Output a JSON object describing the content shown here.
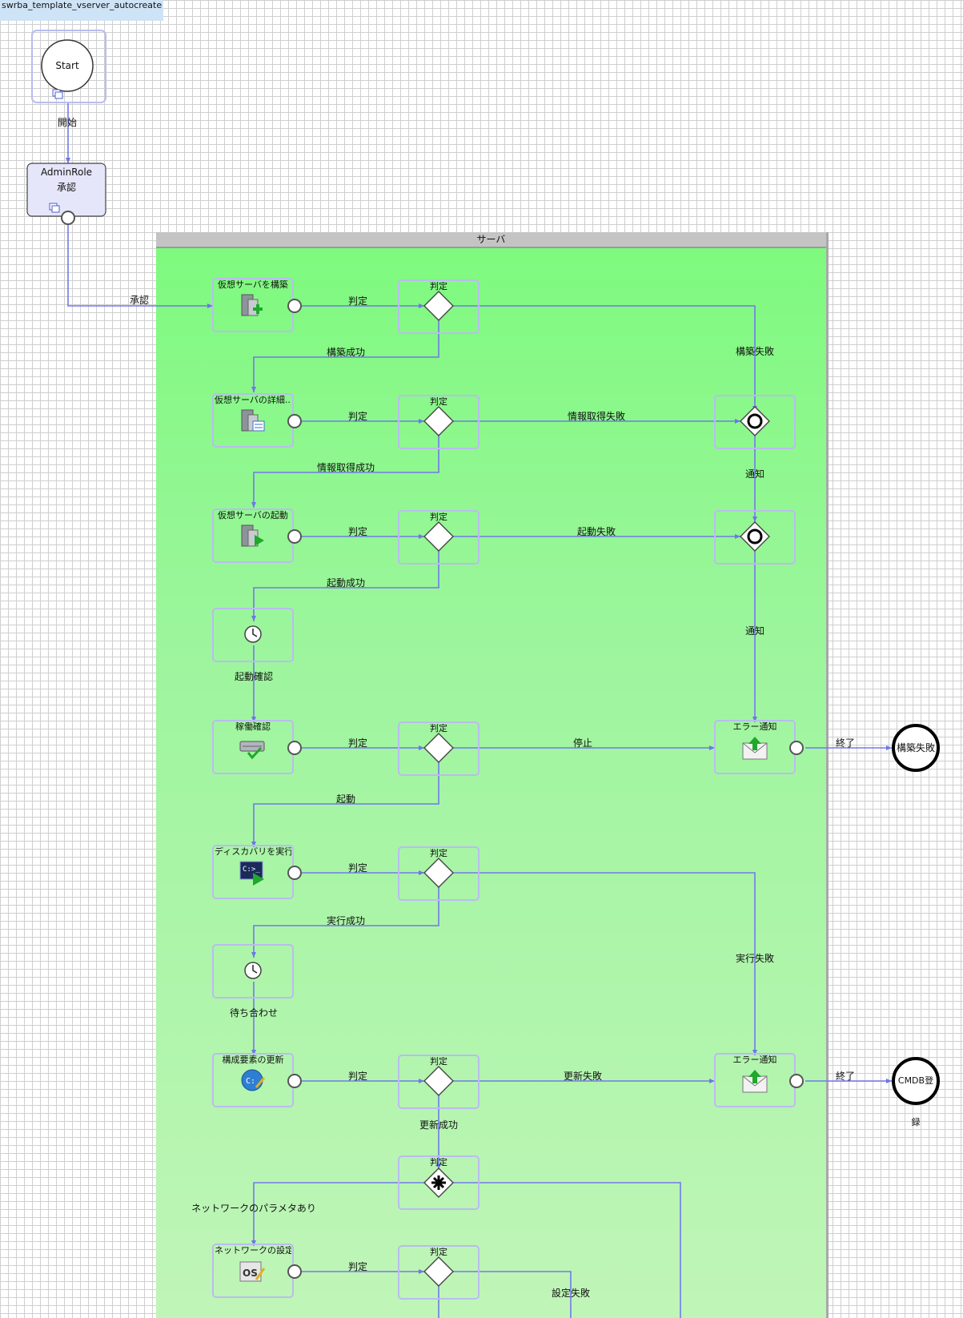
{
  "page_title": "swrba_template_vserver_autocreate",
  "lane_title": "サーバ",
  "start_label": "Start",
  "admin": {
    "role": "AdminRole",
    "title": "承認"
  },
  "tasks": {
    "build": "仮想サーバを構築",
    "detail": "仮想サーバの詳細...",
    "boot": "仮想サーバの起動",
    "check": "稼働確認",
    "discovery": "ディスカバリを実行",
    "update": "構成要素の更新",
    "network": "ネットワークの設定",
    "notify1": "エラー通知",
    "notify2": "エラー通知"
  },
  "decision_label": "判定",
  "end_events": {
    "fail": "構築失敗",
    "cmdb": "CMDB登録"
  },
  "edge_labels": {
    "start": "開始",
    "approve": "承認",
    "judge": "判定",
    "build_ok": "構築成功",
    "build_ng": "構築失敗",
    "info_ng": "情報取得失敗",
    "info_ok": "情報取得成功",
    "notify_a": "通知",
    "boot_ng": "起動失敗",
    "boot_ok": "起動成功",
    "notify_b": "通知",
    "boot_confirm": "起動確認",
    "stop": "停止",
    "end_a": "終了",
    "boot": "起動",
    "exec_ok": "実行成功",
    "exec_ng": "実行失敗",
    "wait": "待ち合わせ",
    "update_ng": "更新失敗",
    "end_b": "終了",
    "update_ok": "更新成功",
    "net_param": "ネットワークのパラメタあり",
    "setting_ng": "設定失敗"
  }
}
